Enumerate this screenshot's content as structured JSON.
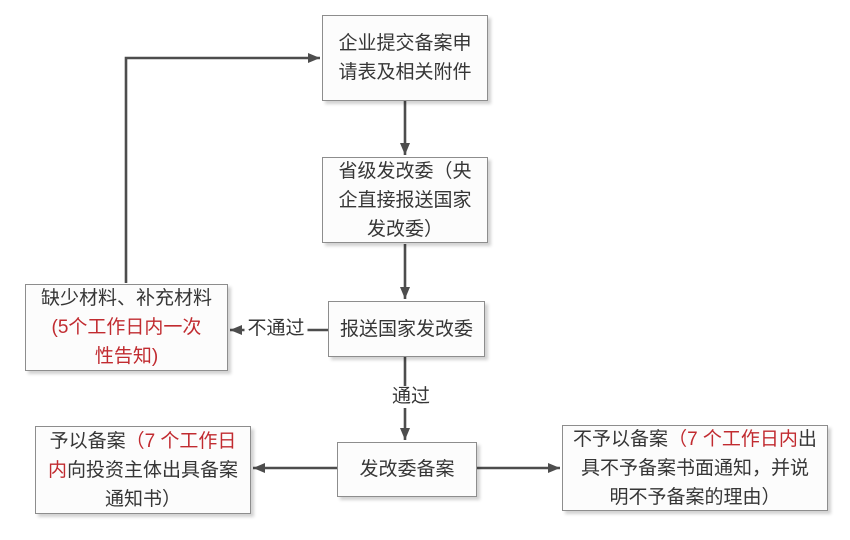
{
  "diagram": {
    "type": "flowchart",
    "language": "zh-CN",
    "colors": {
      "accent_red": "#c12b30",
      "text": "#363636",
      "arrow": "#4d4d4d",
      "box_fill": "#fcfcfc",
      "box_border": "#8d8d8d",
      "background": "#ffffff"
    },
    "nodes": [
      {
        "id": "submit-application",
        "segments": [
          {
            "t": "企业提交备案申"
          },
          {
            "br": true
          },
          {
            "t": "请表及相关附件"
          }
        ]
      },
      {
        "id": "provincial-ndrc",
        "segments": [
          {
            "t": "省级发改委（央"
          },
          {
            "br": true
          },
          {
            "t": "企直接报送国家"
          },
          {
            "br": true
          },
          {
            "t": "发改委）"
          }
        ]
      },
      {
        "id": "report-national-ndrc",
        "segments": [
          {
            "t": "报送国家发改委"
          }
        ]
      },
      {
        "id": "missing-materials",
        "segments": [
          {
            "t": "缺少材料、补充材料"
          },
          {
            "br": true
          },
          {
            "t": "(5个工作日内一次",
            "red": true
          },
          {
            "br": true
          },
          {
            "t": "性告知)",
            "red": true
          }
        ]
      },
      {
        "id": "ndrc-filing",
        "segments": [
          {
            "t": "发改委备案"
          }
        ]
      },
      {
        "id": "approve-filing",
        "segments": [
          {
            "t": "予以备案"
          },
          {
            "t": "（7 个工作日",
            "red": true
          },
          {
            "br": true
          },
          {
            "t": "内",
            "red": true
          },
          {
            "t": "向投资主体出具备案"
          },
          {
            "br": true
          },
          {
            "t": "通知书）"
          }
        ]
      },
      {
        "id": "reject-filing",
        "segments": [
          {
            "t": "不予以备案"
          },
          {
            "t": "（7 个工作日内",
            "red": true
          },
          {
            "t": "出"
          },
          {
            "br": true
          },
          {
            "t": "具不予备案书面通知，并说"
          },
          {
            "br": true
          },
          {
            "t": "明不予备案的理由）"
          }
        ]
      }
    ],
    "edge_labels": {
      "fail": "不通过",
      "pass": "通过"
    }
  }
}
